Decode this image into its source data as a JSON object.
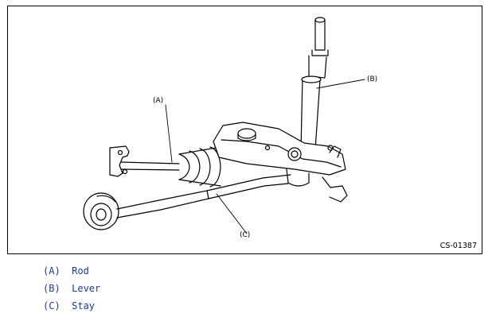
{
  "figure": {
    "code": "CS-01387",
    "callouts": {
      "a": "(A)",
      "b": "(B)",
      "c": "(C)"
    }
  },
  "legend": [
    {
      "label": "(A)  Rod"
    },
    {
      "label": "(B)  Lever"
    },
    {
      "label": "(C)  Stay"
    }
  ],
  "colors": {
    "legend_text": "#1a3a9a",
    "line_art": "#000000"
  }
}
